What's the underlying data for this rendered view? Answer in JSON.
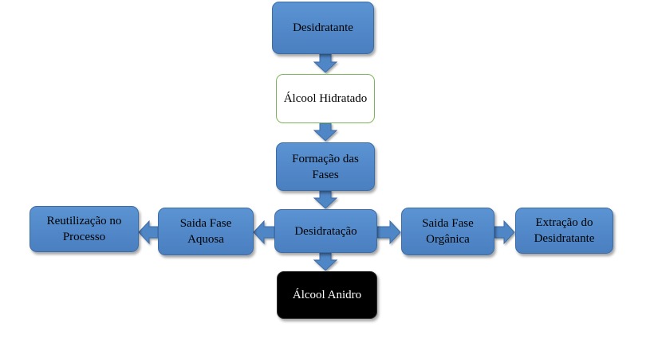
{
  "nodes": {
    "desidratante": "Desidratante",
    "alcool_hidratado": "Álcool Hidratado",
    "formacao_fases": "Formação das Fases",
    "desidratacao": "Desidratação",
    "saida_fase_aquosa": "Saida Fase Aquosa",
    "reutilizacao": "Reutilização no Processo",
    "saida_fase_organica": "Saida Fase Orgânica",
    "extracao_desidratante": "Extração do Desidratante",
    "alcool_anidro": "Álcool Anidro"
  },
  "colors": {
    "node_blue": "#4f86c6",
    "node_border": "#3c6ca6",
    "arrow_blue": "#4f86c6",
    "highlight_border": "#7fb35a",
    "product_box": "#000000"
  }
}
